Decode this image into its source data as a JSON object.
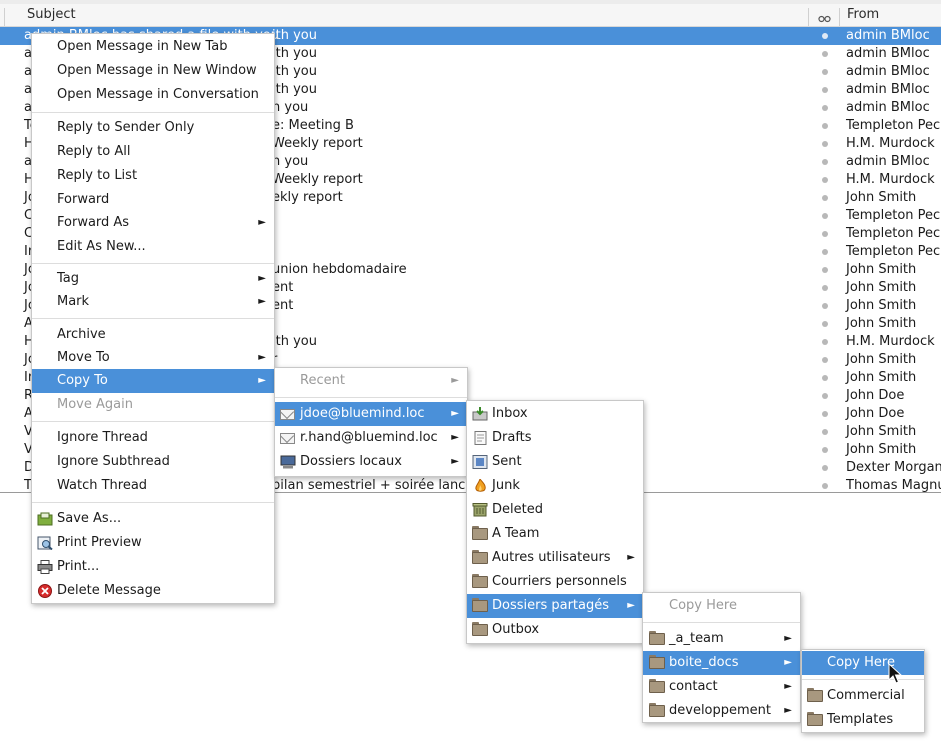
{
  "columns": {
    "subject": "Subject",
    "from": "From"
  },
  "rows": [
    {
      "subject": "admin BMloc has shared a file with you",
      "from": "admin BMloc",
      "selected": true
    },
    {
      "subject": "admin BMloc has shared a file with you",
      "from": "admin BMloc"
    },
    {
      "subject": "admin BMloc has shared a file with you",
      "from": "admin BMloc"
    },
    {
      "subject": "admin BMloc has shared a file with you",
      "from": "admin BMloc"
    },
    {
      "subject": "admin BMloc has shared with you",
      "from": "admin BMloc"
    },
    {
      "subject": "Templeton Peck re: Re: Meeting B",
      "from": "Templeton Peck"
    },
    {
      "subject": "H.M. Murdock Weekly report",
      "from": "H.M. Murdock"
    },
    {
      "subject": "admin BMloc has shared with you",
      "from": "admin BMloc"
    },
    {
      "subject": "H.M. Murdock re: Weekly report",
      "from": "H.M. Murdock"
    },
    {
      "subject": "John Smith weekly report",
      "from": "John Smith"
    },
    {
      "subject": "C",
      "from": "Templeton Peck"
    },
    {
      "subject": "C",
      "from": "Templeton Peck"
    },
    {
      "subject": "Ir",
      "from": "Templeton Peck"
    },
    {
      "subject": "John Smith réunion hebdomadaire",
      "from": "John Smith"
    },
    {
      "subject": "John Smith ent",
      "from": "John Smith"
    },
    {
      "subject": "John Smith ent",
      "from": "John Smith"
    },
    {
      "subject": "A",
      "from": "John Smith"
    },
    {
      "subject": "H.M. Murdock has shared with you",
      "from": "H.M. Murdock"
    },
    {
      "subject": "John Smith r",
      "from": "John Smith"
    },
    {
      "subject": "Ir",
      "from": "John Smith"
    },
    {
      "subject": "R",
      "from": "John Doe"
    },
    {
      "subject": "A",
      "from": "John Doe"
    },
    {
      "subject": "V",
      "from": "John Smith"
    },
    {
      "subject": "V",
      "from": "John Smith"
    },
    {
      "subject": "D",
      "from": "Dexter Morgan"
    },
    {
      "subject": "T bilan semestriel + soirée lance",
      "from": "Thomas Magnum"
    }
  ],
  "row_visible_text": [
    "ith you",
    "ith you",
    "ith you",
    "ith you",
    "h you",
    "e: Meeting B",
    "Weekly report",
    "h you",
    "Weekly report",
    "ekly report",
    "",
    "",
    "",
    "union hebdomadaire",
    "ent",
    "ent",
    "",
    "ith you",
    "r",
    "",
    "",
    "",
    "",
    "",
    "",
    "bilan semestriel + soirée lance"
  ],
  "row_visible_prefix": [
    "admin BMloc has shared a file with you",
    "a",
    "a",
    "a",
    "a",
    "Te",
    "H",
    "a",
    "H",
    "Jo",
    "C",
    "C",
    "Ir",
    "Jo",
    "Jo",
    "Jo",
    "A",
    "H",
    "Jo",
    "Ir",
    "R",
    "A",
    "V",
    "V",
    "D",
    "T"
  ],
  "context_menu": {
    "items": [
      {
        "label": "Open Message in New Tab"
      },
      {
        "label": "Open Message in New Window"
      },
      {
        "label": "Open Message in Conversation"
      },
      {
        "label": "Reply to Sender Only"
      },
      {
        "label": "Reply to All"
      },
      {
        "label": "Reply to List"
      },
      {
        "label": "Forward"
      },
      {
        "label": "Forward As"
      },
      {
        "label": "Edit As New..."
      },
      {
        "label": "Tag"
      },
      {
        "label": "Mark"
      },
      {
        "label": "Archive"
      },
      {
        "label": "Move To"
      },
      {
        "label": "Copy To"
      },
      {
        "label": "Move Again"
      },
      {
        "label": "Ignore Thread"
      },
      {
        "label": "Ignore Subthread"
      },
      {
        "label": "Watch Thread"
      },
      {
        "label": "Save As..."
      },
      {
        "label": "Print Preview"
      },
      {
        "label": "Print..."
      },
      {
        "label": "Delete Message"
      }
    ]
  },
  "copy_to_menu": {
    "items": [
      {
        "label": "Recent"
      },
      {
        "label": "jdoe@bluemind.loc"
      },
      {
        "label": "r.hand@bluemind.loc"
      },
      {
        "label": "Dossiers locaux"
      }
    ]
  },
  "account_menu": {
    "items": [
      {
        "label": "Inbox"
      },
      {
        "label": "Drafts"
      },
      {
        "label": "Sent"
      },
      {
        "label": "Junk"
      },
      {
        "label": "Deleted"
      },
      {
        "label": "A Team"
      },
      {
        "label": "Autres utilisateurs"
      },
      {
        "label": "Courriers personnels"
      },
      {
        "label": "Dossiers partagés"
      },
      {
        "label": "Outbox"
      }
    ]
  },
  "shared_menu": {
    "items": [
      {
        "label": "Copy Here"
      },
      {
        "label": "_a_team"
      },
      {
        "label": "boite_docs"
      },
      {
        "label": "contact"
      },
      {
        "label": "developpement"
      }
    ]
  },
  "boite_docs_menu": {
    "items": [
      {
        "label": "Copy Here"
      },
      {
        "label": "Commercial"
      },
      {
        "label": "Templates"
      }
    ]
  },
  "colors": {
    "highlight": "#4a90d9",
    "disabled": "#9a9a9a"
  }
}
